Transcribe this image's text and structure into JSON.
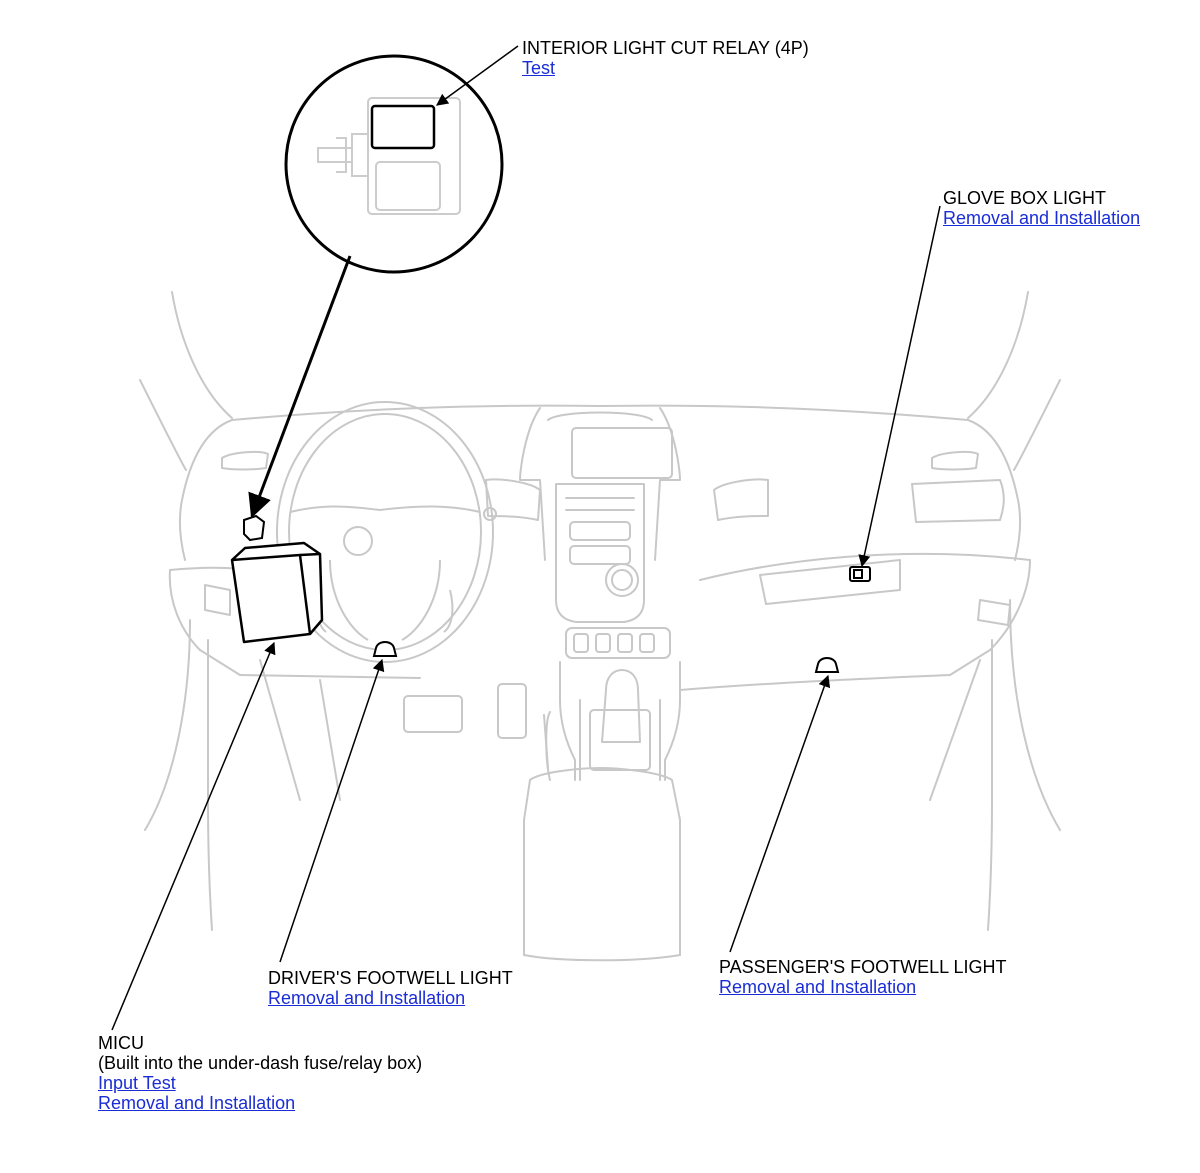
{
  "callouts": {
    "relay": {
      "title": "INTERIOR LIGHT CUT RELAY (4P)",
      "links": [
        "Test"
      ]
    },
    "glove_box": {
      "title": "GLOVE BOX LIGHT",
      "links": [
        "Removal and Installation"
      ]
    },
    "driver_footwell": {
      "title": "DRIVER'S FOOTWELL LIGHT",
      "links": [
        "Removal and Installation"
      ]
    },
    "passenger_footwell": {
      "title": "PASSENGER'S FOOTWELL LIGHT",
      "links": [
        "Removal and Installation"
      ]
    },
    "micu": {
      "title": "MICU",
      "note": "(Built into the under-dash fuse/relay box)",
      "links": [
        "Input Test",
        "Removal and Installation"
      ]
    }
  },
  "colors": {
    "link": "#1a2cd6",
    "outline_light": "#c8c8c8",
    "outline_dark": "#000000"
  }
}
